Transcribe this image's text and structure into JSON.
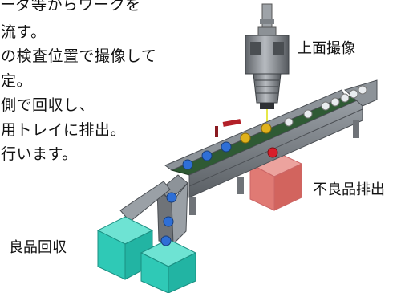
{
  "description_lines": [
    "ーダ等からワークを",
    "流す。",
    "の検査位置で撮像して",
    "定。",
    "側で回収し、",
    "用トレイに排出。",
    "行います。"
  ],
  "labels": {
    "camera": "上面撮像",
    "reject": "不良品排出",
    "good": "良品回収"
  },
  "colors": {
    "good_box": "#2fc9b6",
    "reject_box": "#e07a74",
    "conveyor": "#6f7378",
    "belt": "#2f5a34",
    "camera_body": "#8a8e93",
    "beam": "#e6e84a",
    "work_blue": "#2f6fd6",
    "work_yellow": "#e0b21c",
    "work_red": "#d81e2a",
    "work_white": "#e9ecef"
  }
}
